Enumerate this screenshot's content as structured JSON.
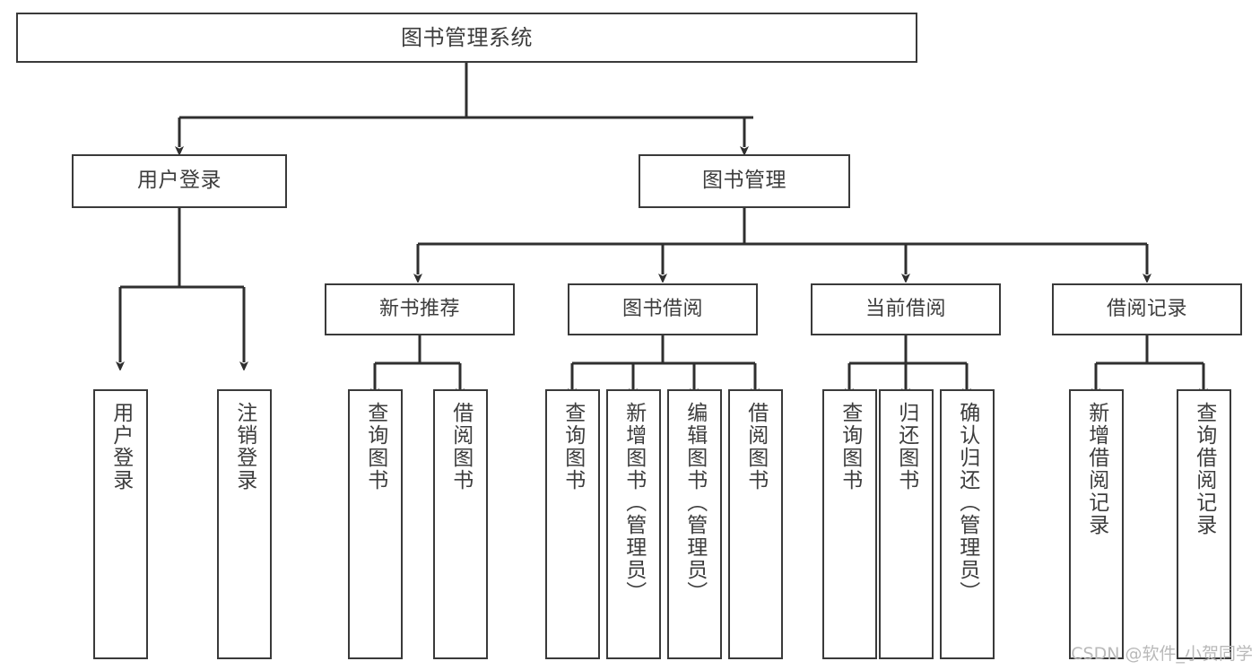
{
  "diagram": {
    "title": "图书管理系统",
    "type": "tree-structure-chart",
    "background_color": "#ffffff",
    "border_color": "#3a3a3a",
    "text_color": "#3d3d3d"
  },
  "root": {
    "label": "图书管理系统"
  },
  "level2": [
    {
      "label": "用户登录"
    },
    {
      "label": "图书管理"
    }
  ],
  "level3": [
    {
      "label": "新书推荐"
    },
    {
      "label": "图书借阅"
    },
    {
      "label": "当前借阅"
    },
    {
      "label": "借阅记录"
    }
  ],
  "leaves": {
    "user_login": [
      {
        "label": "用户登录"
      },
      {
        "label": "注销登录"
      }
    ],
    "new_book_recommend": [
      {
        "label": "查询图书"
      },
      {
        "label": "借阅图书"
      }
    ],
    "book_borrow": [
      {
        "label": "查询图书"
      },
      {
        "label": "新增图书（管理员）"
      },
      {
        "label": "编辑图书（管理员）"
      },
      {
        "label": "借阅图书"
      }
    ],
    "current_borrow": [
      {
        "label": "查询图书"
      },
      {
        "label": "归还图书"
      },
      {
        "label": "确认归还（管理员）"
      }
    ],
    "borrow_record": [
      {
        "label": "新增借阅记录"
      },
      {
        "label": "查询借阅记录"
      }
    ]
  },
  "watermark": {
    "text": "CSDN @软件_小贺同学"
  }
}
